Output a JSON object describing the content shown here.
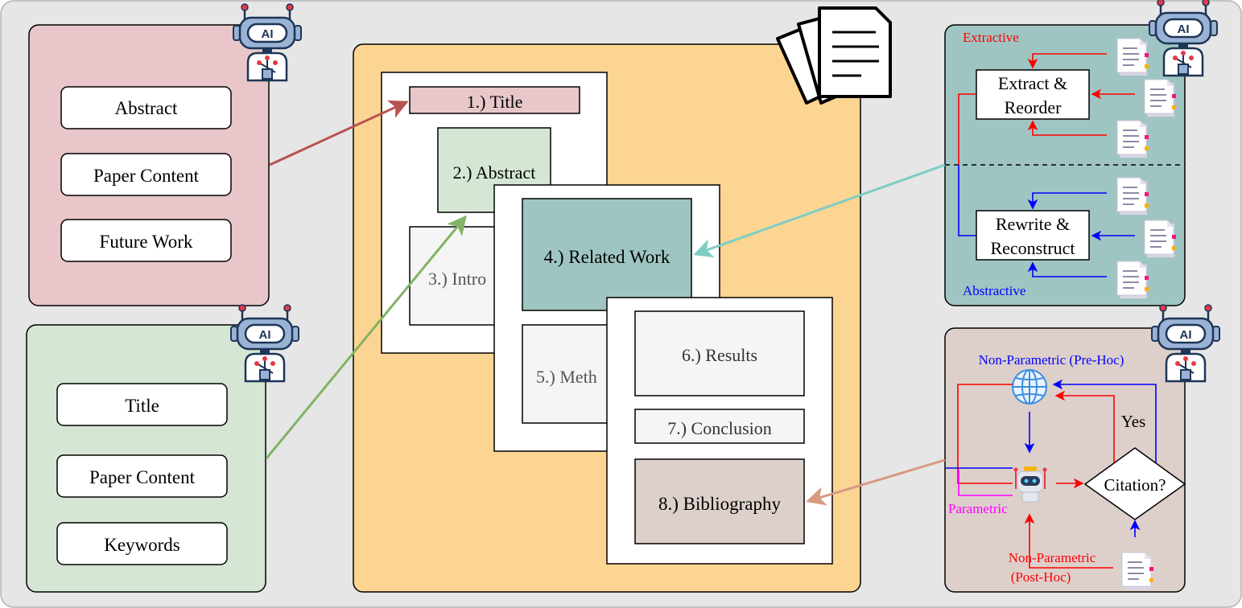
{
  "colors": {
    "background": "#e6e6e6",
    "title_panel": "#e8c6c9",
    "abstract_panel": "#d6e6d4",
    "center_panel": "#fcd593",
    "related_panel": "#9fc5c2",
    "citation_panel": "#ddd0cb",
    "extractive": "#ff0000",
    "abstractive": "#0000ff",
    "parametric": "#ff00ff",
    "arrow_title": "#b85450",
    "arrow_abstract": "#82b366",
    "arrow_related": "#7ecdc4",
    "arrow_bib": "#d89a80"
  },
  "title_gen": {
    "inputs": [
      "Abstract",
      "Paper Content",
      "Future Work"
    ]
  },
  "abstract_gen": {
    "inputs": [
      "Title",
      "Paper Content",
      "Keywords"
    ]
  },
  "paper": {
    "title": "1.) Title",
    "abstract": "2.) Abstract",
    "intro": "3.) Intro",
    "related": "4.) Related Work",
    "methods": "5.) Meth",
    "results": "6.) Results",
    "conclusion": "7.) Conclusion",
    "bibliography": "8.) Bibliography"
  },
  "related_work": {
    "extractive_label": "Extractive",
    "extract_box": [
      "Extract &",
      "Reorder"
    ],
    "rewrite_box": [
      "Rewrite &",
      "Reconstruct"
    ],
    "abstractive_label": "Abstractive"
  },
  "citation": {
    "pre_hoc": "Non-Parametric (Pre-Hoc)",
    "yes": "Yes",
    "decision": "Citation?",
    "parametric": "Parametric",
    "post_hoc_1": "Non-Parametric",
    "post_hoc_2": "(Post-Hoc)"
  },
  "icons": [
    "robot-ai-icon",
    "documents-stack-icon",
    "document-icon",
    "globe-icon",
    "chatbot-icon"
  ]
}
